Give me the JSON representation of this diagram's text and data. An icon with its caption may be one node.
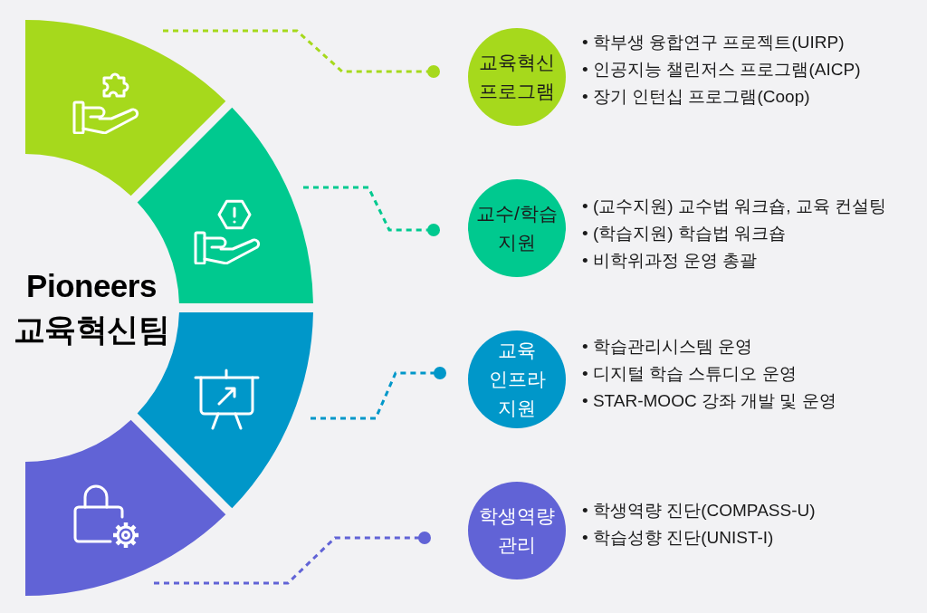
{
  "diagram": {
    "title": "Pioneers 교육혁신팀",
    "nodes": [
      {
        "text": [],
        "shape": "sector"
      },
      {
        "text": [],
        "shape": "sector"
      },
      {
        "text": [],
        "shape": "sector"
      },
      {
        "text": [],
        "shape": "sector"
      },
      {
        "text": [
          "교육혁신 프로그램"
        ],
        "beside": [
          "• 학부생 융합연구 프로젝트(UIRP)",
          "• 인공지능 챌린저스 프로그램(AICP)",
          "• 장기 인턴십 프로그램(Coop)"
        ]
      },
      {
        "text": [
          "교수/학습 지원"
        ],
        "beside": [
          "• (교수지원) 교수법 워크숍, 교육 컨설팅",
          "• (학습지원) 학습법 워크숍",
          "• 비학위과정 운영 총괄"
        ]
      },
      {
        "text": [
          "교육 인프라 지원"
        ],
        "beside": [
          "• 학습관리시스템 운영",
          "• 디지털 학습 스튜디오 운영",
          "• STAR-MOOC 강좌 개발 및 운영"
        ]
      },
      {
        "text": [
          "학생역량 관리"
        ],
        "beside": [
          "• 학생역량 진단(COMPASS-U)",
          "• 학습성향 진단(UNIST-I)"
        ]
      }
    ],
    "edges": [
      {
        "from": 0,
        "to": 4,
        "arrow": "other",
        "style": "dashed",
        "color": "#a6d91c"
      },
      {
        "from": 1,
        "to": 5,
        "arrow": "other",
        "style": "dashed",
        "color": "#00c98f"
      },
      {
        "from": 2,
        "to": 6,
        "arrow": "other",
        "style": "dashed",
        "color": "#0097c9"
      },
      {
        "from": 3,
        "to": 7,
        "arrow": "other",
        "style": "dashed",
        "color": "#6163d6"
      }
    ]
  }
}
